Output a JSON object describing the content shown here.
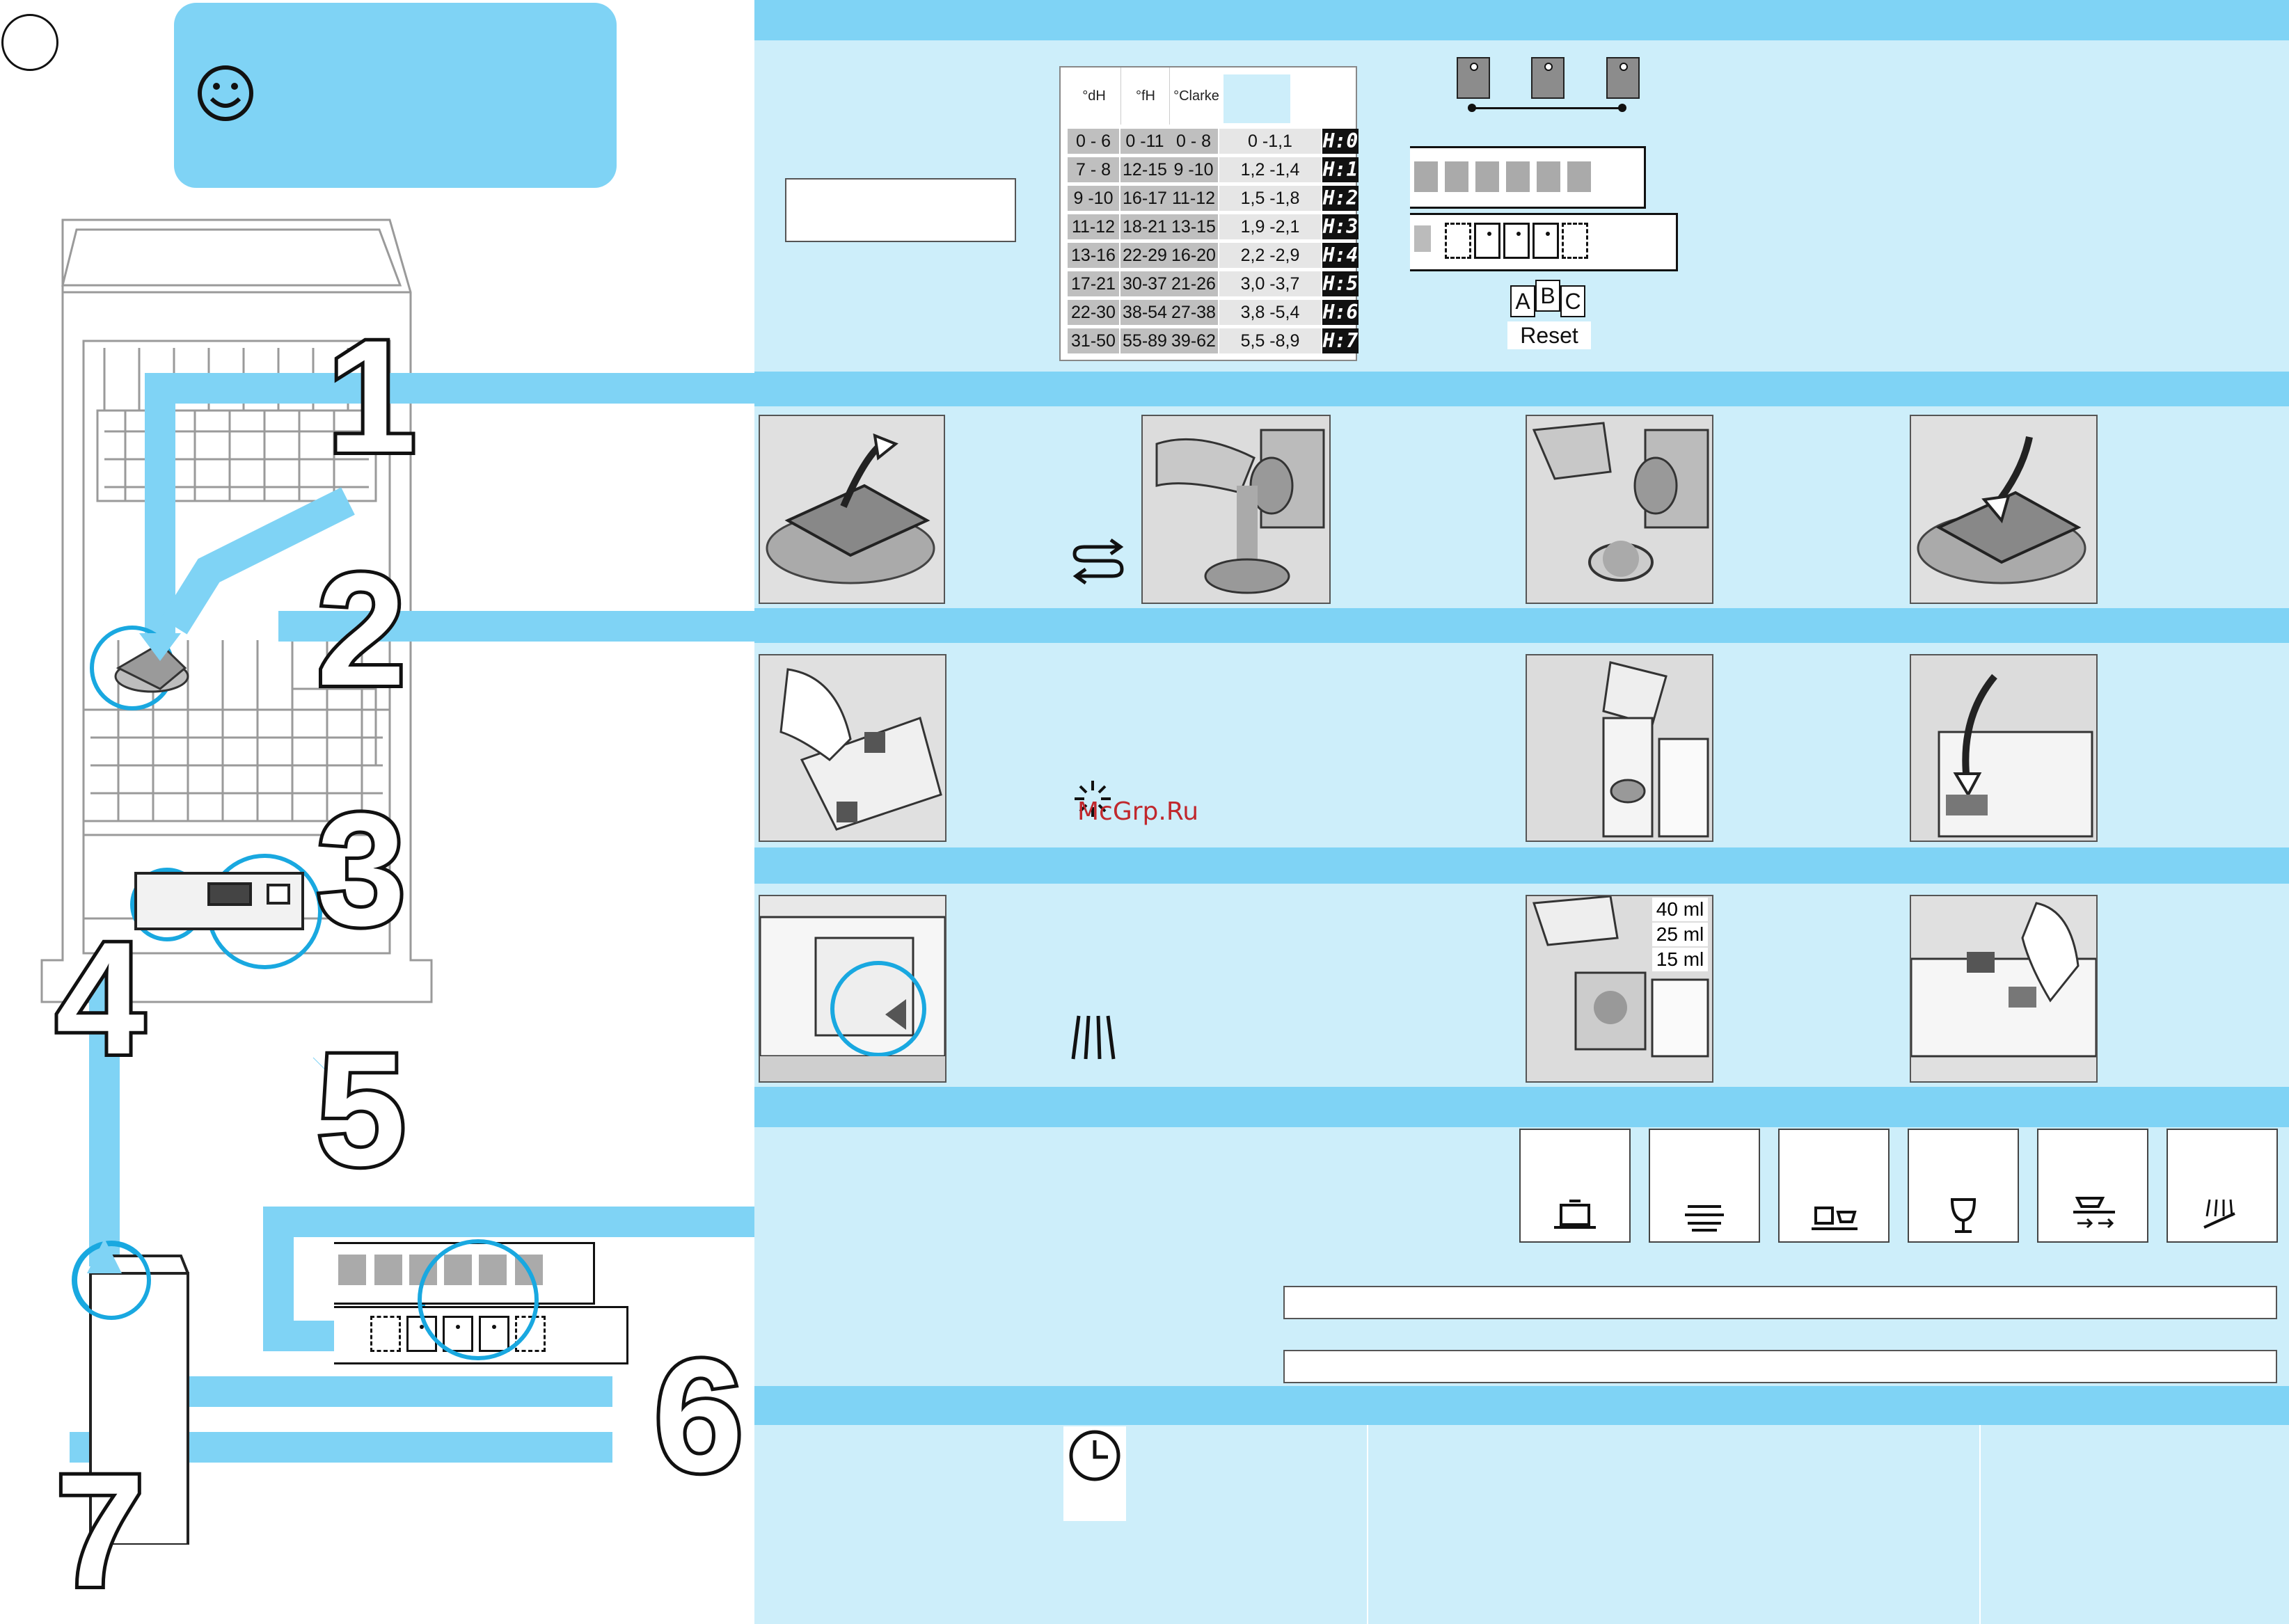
{
  "page": {
    "circle_marker": "",
    "smiley_icon": "smiley-icon"
  },
  "steps": {
    "n1": "1",
    "n2": "2",
    "n3": "3",
    "n4": "4",
    "n5": "5",
    "n6": "6",
    "n7": "7"
  },
  "hardness_table": {
    "headers": [
      "°dH",
      "°fH",
      "°Clarke",
      ""
    ],
    "rows": [
      {
        "dH": "0 - 6",
        "fH": "0 -11",
        "clarke": "0 - 8",
        "mmol": "0 -1,1",
        "display": "H:0"
      },
      {
        "dH": "7 - 8",
        "fH": "12-15",
        "clarke": "9 -10",
        "mmol": "1,2 -1,4",
        "display": "H:1"
      },
      {
        "dH": "9 -10",
        "fH": "16-17",
        "clarke": "11-12",
        "mmol": "1,5 -1,8",
        "display": "H:2"
      },
      {
        "dH": "11-12",
        "fH": "18-21",
        "clarke": "13-15",
        "mmol": "1,9 -2,1",
        "display": "H:3"
      },
      {
        "dH": "13-16",
        "fH": "22-29",
        "clarke": "16-20",
        "mmol": "2,2 -2,9",
        "display": "H:4"
      },
      {
        "dH": "17-21",
        "fH": "30-37",
        "clarke": "21-26",
        "mmol": "3,0 -3,7",
        "display": "H:5"
      },
      {
        "dH": "22-30",
        "fH": "38-54",
        "clarke": "27-38",
        "mmol": "3,8 -5,4",
        "display": "H:6"
      },
      {
        "dH": "31-50",
        "fH": "55-89",
        "clarke": "39-62",
        "mmol": "5,5 -8,9",
        "display": "H:7"
      }
    ]
  },
  "control_panel": {
    "labels": {
      "a": "A",
      "b": "B",
      "c": "C",
      "reset": "Reset"
    }
  },
  "rinse_doses": [
    "40 ml",
    "25 ml",
    "15 ml"
  ],
  "watermark": "McGrp.Ru",
  "icons": {
    "refill_icon": "swap-arrows-icon",
    "rinse_aid_icon": "sparkle-icon",
    "detergent_icon": "spray-icon",
    "timer_icon": "clock-icon"
  },
  "programs": [
    "pot-icon",
    "plates-icon",
    "cup-saucer-icon",
    "wineglass-icon",
    "quick-wash-icon",
    "pre-rinse-icon"
  ],
  "colors": {
    "band": "#7fd3f5",
    "panel": "#cdeefa",
    "highlight": "#19a8e0"
  }
}
